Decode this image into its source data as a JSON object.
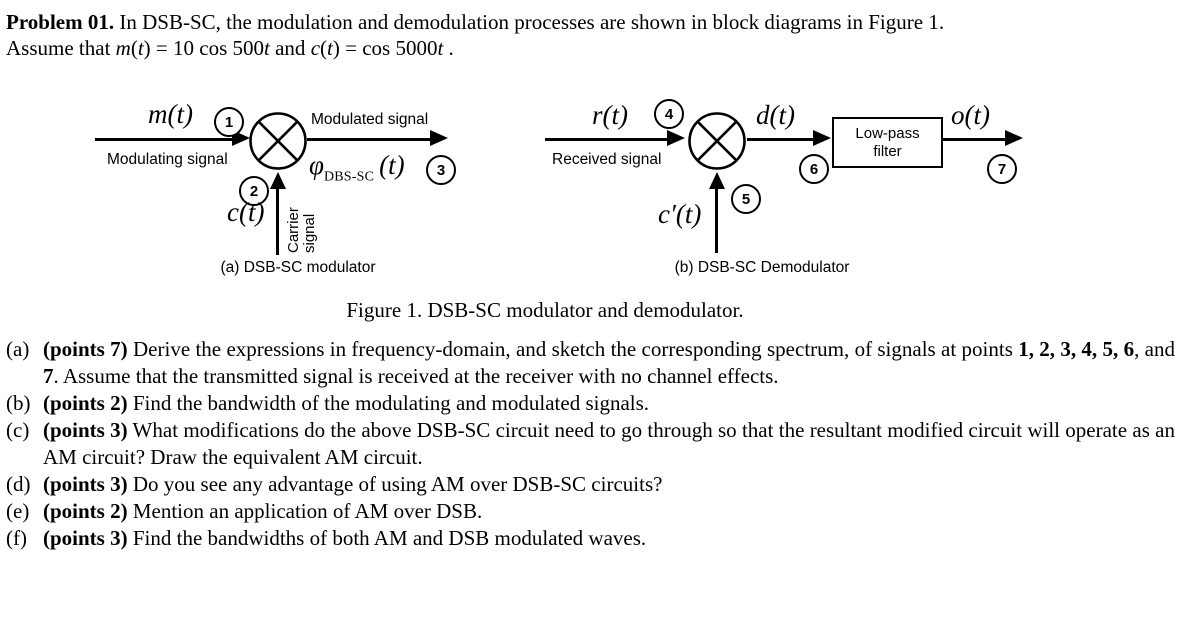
{
  "page": {
    "background": "#ffffff",
    "ink": "#000000"
  },
  "intro": {
    "line1": [
      {
        "t": "Problem 01.",
        "b": 1
      },
      {
        "t": " In DSB-SC, the modulation and demodulation processes are shown in block diagrams in Figure 1."
      }
    ],
    "line2": [
      {
        "t": "Assume that "
      },
      {
        "t": "m",
        "i": 1
      },
      {
        "t": "("
      },
      {
        "t": "t",
        "i": 1
      },
      {
        "t": ") = 10 cos 500"
      },
      {
        "t": "t",
        "i": 1
      },
      {
        "t": " and "
      },
      {
        "t": "c",
        "i": 1
      },
      {
        "t": "("
      },
      {
        "t": "t",
        "i": 1
      },
      {
        "t": ") = cos 5000"
      },
      {
        "t": "t",
        "i": 1
      },
      {
        "t": " ."
      }
    ]
  },
  "figure": {
    "caption": "Figure 1. DSB-SC modulator and demodulator.",
    "modulator": {
      "input_signal": "m(t)",
      "input_point": "1",
      "input_caption": "Modulating signal",
      "output_caption": "Modulated signal",
      "output_phi": "φ",
      "output_sub": "DBS-SC",
      "output_arg": "(t)",
      "output_point": "3",
      "carrier_point": "2",
      "carrier_signal": "c(t)",
      "carrier_caption": "Carrier signal",
      "caption": "(a) DSB-SC modulator"
    },
    "demodulator": {
      "input_signal": "r(t)",
      "input_point": "4",
      "input_caption": "Received signal",
      "mixer_output": "d(t)",
      "mixer_output_point": "6",
      "carrier_point": "5",
      "carrier_signal": "c′(t)",
      "filter_line1": "Low-pass",
      "filter_line2": "filter",
      "output_signal": "o(t)",
      "output_point": "7",
      "caption": "(b) DSB-SC Demodulator"
    }
  },
  "questions": [
    {
      "marker": "(a)",
      "segments": [
        {
          "t": "(points 7)",
          "b": 1
        },
        {
          "t": " Derive the expressions in frequency-domain, and sketch the corresponding spectrum, of signals at points "
        },
        {
          "t": "1, 2, 3, 4, 5, 6",
          "b": 1
        },
        {
          "t": ", and "
        },
        {
          "t": "7",
          "b": 1
        },
        {
          "t": ". Assume that the transmitted signal is received at the receiver with no channel effects."
        }
      ]
    },
    {
      "marker": "(b)",
      "segments": [
        {
          "t": "(points 2)",
          "b": 1
        },
        {
          "t": " Find the bandwidth of the modulating and modulated signals."
        }
      ]
    },
    {
      "marker": "(c)",
      "segments": [
        {
          "t": "(points 3)",
          "b": 1
        },
        {
          "t": " What modifications do the above DSB-SC circuit need to go through so that the resultant modified circuit will operate as an AM circuit? Draw the equivalent AM circuit."
        }
      ]
    },
    {
      "marker": "(d)",
      "segments": [
        {
          "t": "(points 3)",
          "b": 1
        },
        {
          "t": " Do you see any advantage of using AM over DSB-SC circuits?"
        }
      ]
    },
    {
      "marker": "(e)",
      "segments": [
        {
          "t": "(points 2)",
          "b": 1
        },
        {
          "t": " Mention an application of AM over DSB."
        }
      ]
    },
    {
      "marker": "(f)",
      "segments": [
        {
          "t": "(points 3)",
          "b": 1
        },
        {
          "t": " Find the bandwidths of both AM and DSB modulated waves."
        }
      ]
    }
  ]
}
